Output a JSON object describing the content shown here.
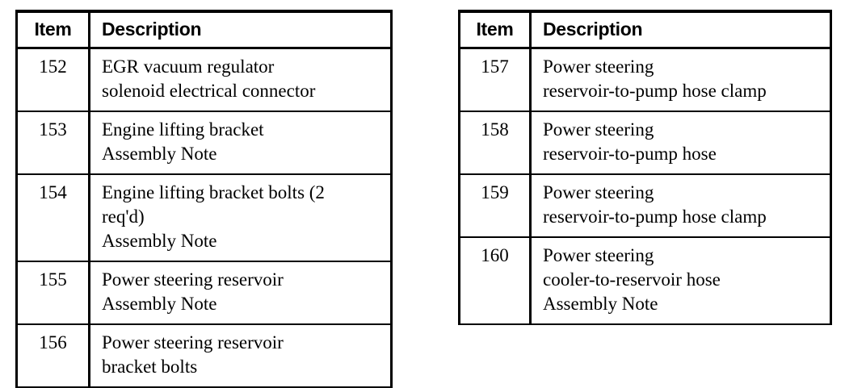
{
  "document": {
    "type": "parts-list-tables",
    "background_color": "#ffffff",
    "text_color": "#000000"
  },
  "tables": [
    {
      "id": "left",
      "name": "parts-table-left",
      "columns": [
        {
          "key": "item",
          "label": "Item"
        },
        {
          "key": "description",
          "label": "Description"
        }
      ],
      "rows": [
        {
          "item": "152",
          "description_lines": [
            "EGR vacuum regulator",
            "solenoid electrical connector"
          ]
        },
        {
          "item": "153",
          "description_lines": [
            "Engine lifting bracket",
            "Assembly Note"
          ]
        },
        {
          "item": "154",
          "description_lines": [
            "Engine lifting bracket bolts (2",
            "req'd)",
            "Assembly Note"
          ]
        },
        {
          "item": "155",
          "description_lines": [
            "Power steering reservoir",
            "Assembly Note"
          ]
        },
        {
          "item": "156",
          "description_lines": [
            "Power steering reservoir",
            "bracket bolts"
          ]
        }
      ]
    },
    {
      "id": "right",
      "name": "parts-table-right",
      "columns": [
        {
          "key": "item",
          "label": "Item"
        },
        {
          "key": "description",
          "label": "Description"
        }
      ],
      "rows": [
        {
          "item": "157",
          "description_lines": [
            "Power steering",
            "reservoir-to-pump hose clamp"
          ]
        },
        {
          "item": "158",
          "description_lines": [
            "Power steering",
            "reservoir-to-pump hose"
          ]
        },
        {
          "item": "159",
          "description_lines": [
            "Power steering",
            "reservoir-to-pump hose clamp"
          ]
        },
        {
          "item": "160",
          "description_lines": [
            "Power steering",
            "cooler-to-reservoir hose",
            "Assembly Note"
          ]
        }
      ]
    }
  ]
}
